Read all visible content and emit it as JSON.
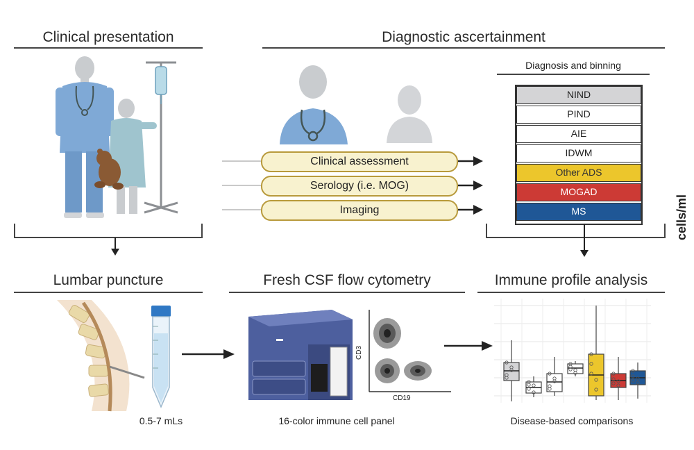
{
  "sections": {
    "clinical_presentation": "Clinical presentation",
    "diagnostic_ascertainment": "Diagnostic ascertainment",
    "lumbar_puncture": "Lumbar puncture",
    "flow_cytometry": "Fresh CSF flow cytometry",
    "immune_profile": "Immune profile analysis"
  },
  "diagnosis": {
    "title": "Diagnosis and binning",
    "bins": [
      {
        "label": "NIND",
        "color": "#d4d4d6",
        "text_color": "#222222"
      },
      {
        "label": "PIND",
        "color": "#ffffff",
        "text_color": "#222222"
      },
      {
        "label": "AIE",
        "color": "#ffffff",
        "text_color": "#222222"
      },
      {
        "label": "IDWM",
        "color": "#ffffff",
        "text_color": "#222222"
      },
      {
        "label": "Other ADS",
        "color": "#ecc62c",
        "text_color": "#333333"
      },
      {
        "label": "MOGAD",
        "color": "#cc3a35",
        "text_color": "#ffffff"
      },
      {
        "label": "MS",
        "color": "#1f5796",
        "text_color": "#ffffff"
      }
    ]
  },
  "assessments": [
    "Clinical assessment",
    "Serology (i.e. MOG)",
    "Imaging"
  ],
  "captions": {
    "volume": "0.5-7 mLs",
    "panel": "16-color immune cell panel",
    "comparisons": "Disease-based comparisons"
  },
  "flow_plot": {
    "y_axis": "CD3",
    "x_axis": "CD19"
  },
  "side_label": "cells/ml",
  "colors": {
    "scrubs": "#7fa9d6",
    "gown": "#9fc4ce",
    "figure_gray": "#c9cccf",
    "pill_fill": "#f8f2cf",
    "pill_border": "#b89a3c",
    "machine": "#4d5f9e"
  }
}
